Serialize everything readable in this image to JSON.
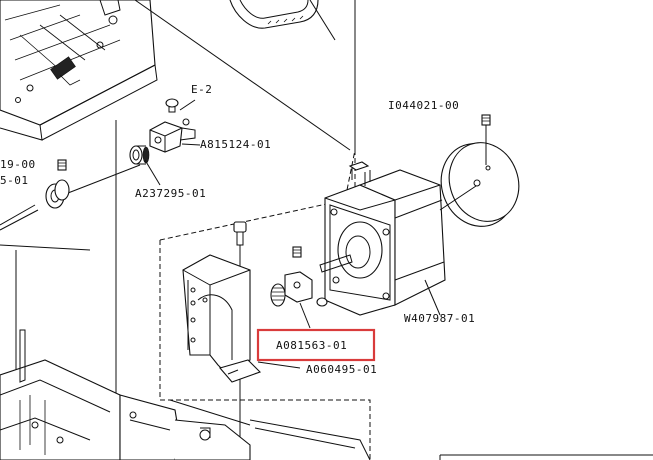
{
  "labels": {
    "e2": "E-2",
    "a815124": "A815124-01",
    "a237295": "A237295-01",
    "i044021": "I044021-00",
    "w407987": "W407987-01",
    "a081563": "A081563-01",
    "a060495": "A060495-01",
    "left_top": "19-00",
    "left_bottom": "5-01"
  },
  "highlight": {
    "part_number": "A081563-01",
    "color": "#d93b3b"
  },
  "colors": {
    "line": "#111111",
    "background": "#ffffff"
  }
}
